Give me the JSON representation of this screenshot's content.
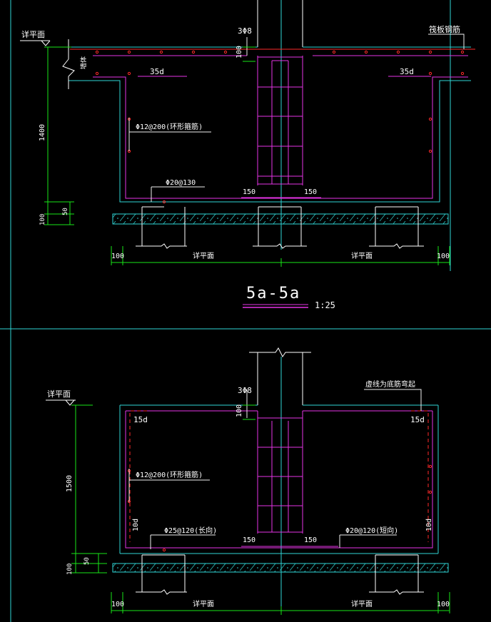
{
  "colors": {
    "background": "#000000",
    "axis_cyan": "#2fd6d6",
    "dim_green": "#19e619",
    "rebar_magenta": "#e633e6",
    "rebar_red": "#ff2a2a",
    "white": "#ffffff",
    "leader_white": "#f0f0f0",
    "title": "#ffffff"
  },
  "top_detail": {
    "elev_label": "详平面",
    "stirrup_label": "3Φ8",
    "anchor_label": "筏板钢筋",
    "dim_1400": "1400",
    "dim_100_side": "100",
    "dim_50": "50",
    "dim_100_bottom": "100",
    "wall_label": "墙体",
    "lap_left": "35d",
    "lap_right": "35d",
    "ring_bar": "Φ12@200(环形箍筋)",
    "bottom_bar": "Φ20@130",
    "dim_150_left": "150",
    "dim_150_right": "150",
    "dim_100_left": "100",
    "dim_100_right": "100",
    "floor_left": "详平面",
    "floor_right": "详平面"
  },
  "section_title": {
    "title": "5a-5a",
    "scale": "1:25"
  },
  "bottom_detail": {
    "elev_label": "详平面",
    "stirrup_label": "3Φ8",
    "note_label": "虚线为底筋弯起",
    "dim_1500": "1500",
    "dim_100_side": "100",
    "dim_50": "50",
    "dim_100_bottom": "100",
    "anchor_left": "15d",
    "anchor_right": "15d",
    "ring_bar": "Φ12@200(环形箍筋)",
    "tend_left": "10d",
    "tend_right": "10d",
    "long_bar": "Φ25@120(长向)",
    "short_bar": "Φ20@120(短向)",
    "dim_150_left": "150",
    "dim_150_right": "150",
    "dim_100_left": "100",
    "dim_100_right": "100",
    "floor_left": "详平面",
    "floor_right": "详平面"
  }
}
